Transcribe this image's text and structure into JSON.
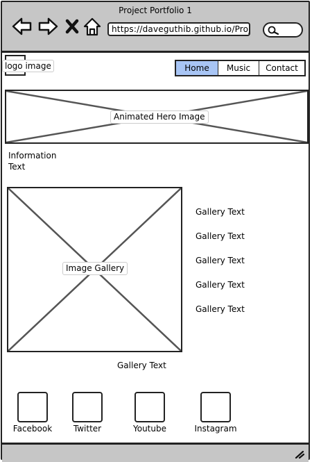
{
  "window": {
    "title": "Project Portfolio 1"
  },
  "browser": {
    "url": "https://daveguthib.github.io/Proje",
    "icons": {
      "back": "back-arrow-icon",
      "forward": "forward-arrow-icon",
      "close": "close-icon",
      "home": "home-icon",
      "search": "search-icon"
    }
  },
  "header": {
    "logo_label": "logo image",
    "nav": [
      {
        "label": "Home",
        "active": true
      },
      {
        "label": "Music",
        "active": false
      },
      {
        "label": "Contact",
        "active": false
      }
    ]
  },
  "hero": {
    "label": "Animated Hero Image"
  },
  "info": {
    "text": "Information Text"
  },
  "gallery": {
    "label": "Image Gallery",
    "texts": [
      "Gallery Text",
      "Gallery Text",
      "Gallery Text",
      "Gallery Text",
      "Gallery Text"
    ],
    "caption": "Gallery Text"
  },
  "social": [
    {
      "label": "Facebook"
    },
    {
      "label": "Twitter"
    },
    {
      "label": "Youtube"
    },
    {
      "label": "Instagram"
    }
  ],
  "colors": {
    "chrome": "#c6c6c6",
    "active_tab": "#a8c5f5",
    "border": "#222222"
  }
}
